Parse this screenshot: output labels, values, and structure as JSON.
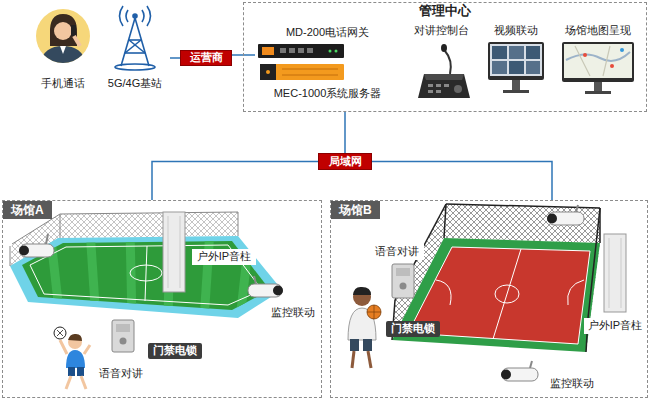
{
  "diagram": {
    "nodes": [
      {
        "text": [
          "手机通话"
        ]
      },
      {
        "text": [
          "5G/4G基站"
        ]
      },
      {
        "text": [
          "运营商"
        ]
      },
      {
        "text": [
          "管理中心"
        ]
      },
      {
        "text": [
          "MD-200电话网关"
        ],
        "in": 3
      },
      {
        "text": [
          "MEC-1000系统服务器"
        ],
        "in": 3
      },
      {
        "text": [
          "对讲控制台"
        ],
        "in": 3
      },
      {
        "text": [
          "视频联动"
        ],
        "in": 3
      },
      {
        "text": [
          "场馆地图呈现"
        ],
        "in": 3
      },
      {
        "text": [
          "局域网"
        ]
      },
      {
        "text": [
          "场馆A"
        ]
      },
      {
        "text": [
          "户外IP音柱"
        ],
        "in": 10
      },
      {
        "text": [
          "监控联动"
        ],
        "in": 10
      },
      {
        "text": [
          "门禁电锁"
        ],
        "in": 10
      },
      {
        "text": [
          "语音对讲"
        ],
        "in": 10
      },
      {
        "text": [
          "场馆B"
        ]
      },
      {
        "text": [
          "语音对讲"
        ],
        "in": 15
      },
      {
        "text": [
          "门禁电锁"
        ],
        "in": 15
      },
      {
        "text": [
          "户外IP音柱"
        ],
        "in": 15
      },
      {
        "text": [
          "监控联动"
        ],
        "in": 15
      }
    ],
    "edges": [
      {
        "from": 1,
        "to": 2,
        "arrow": "none"
      },
      {
        "from": 2,
        "to": 4,
        "arrow": "none"
      },
      {
        "from": 3,
        "to": 9,
        "arrow": "none"
      },
      {
        "from": 9,
        "to": 10,
        "arrow": "none"
      },
      {
        "from": 9,
        "to": 15,
        "arrow": "none"
      }
    ]
  }
}
